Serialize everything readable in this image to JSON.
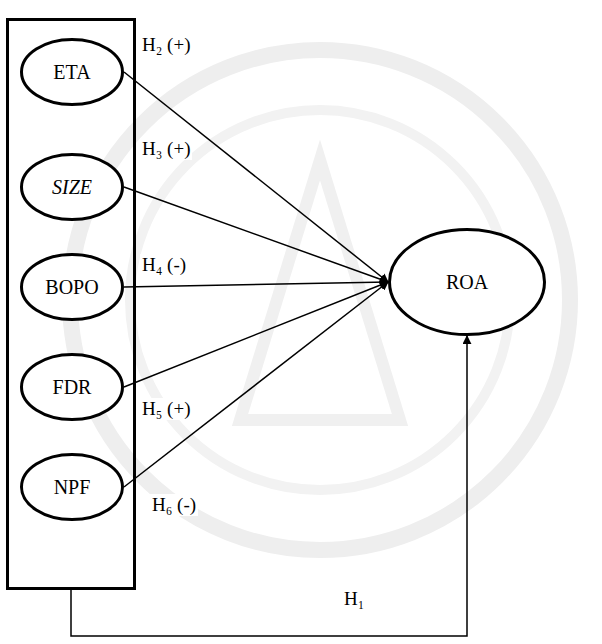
{
  "diagram": {
    "nodes": [
      {
        "text": []
      },
      {
        "text": [
          "ETA"
        ],
        "in": 0
      },
      {
        "text": [
          "SIZE"
        ],
        "in": 0
      },
      {
        "text": [
          "BOPO"
        ],
        "in": 0
      },
      {
        "text": [
          "FDR"
        ],
        "in": 0
      },
      {
        "text": [
          "NPF"
        ],
        "in": 0
      },
      {
        "text": [
          "ROA"
        ]
      }
    ],
    "edges": [
      {
        "from": 1,
        "to": 6,
        "arrow": "to",
        "label": "H₂ (+)"
      },
      {
        "from": 2,
        "to": 6,
        "arrow": "to",
        "label": "H₃ (+)"
      },
      {
        "from": 3,
        "to": 6,
        "arrow": "to",
        "label": "H₄ (-)"
      },
      {
        "from": 4,
        "to": 6,
        "arrow": "to",
        "label": "H₅ (+)"
      },
      {
        "from": 5,
        "to": 6,
        "arrow": "to",
        "label": "H₆ (-)"
      },
      {
        "from": 0,
        "to": 6,
        "arrow": "to",
        "label": "H₁"
      }
    ]
  }
}
